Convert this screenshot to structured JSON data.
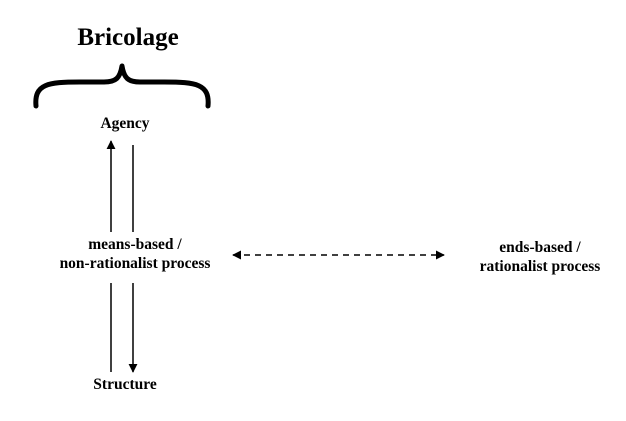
{
  "diagram": {
    "title": "Bricolage",
    "nodes": {
      "agency": "Agency",
      "means": {
        "line1": "means-based /",
        "line2": "non-rationalist process"
      },
      "ends": {
        "line1": "ends-based /",
        "line2": "rationalist process"
      },
      "structure": "Structure"
    },
    "connectors": [
      {
        "from": "means",
        "to": "agency",
        "style": "solid",
        "arrowhead": "agency"
      },
      {
        "from": "agency",
        "to": "means",
        "style": "solid",
        "arrowhead": "none"
      },
      {
        "from": "structure",
        "to": "means",
        "style": "solid",
        "arrowhead": "none"
      },
      {
        "from": "means",
        "to": "structure",
        "style": "solid",
        "arrowhead": "structure"
      },
      {
        "from": "means",
        "to": "ends",
        "style": "dashed",
        "arrowhead": "both"
      }
    ],
    "colors": {
      "ink": "#000000",
      "background": "#ffffff"
    }
  }
}
